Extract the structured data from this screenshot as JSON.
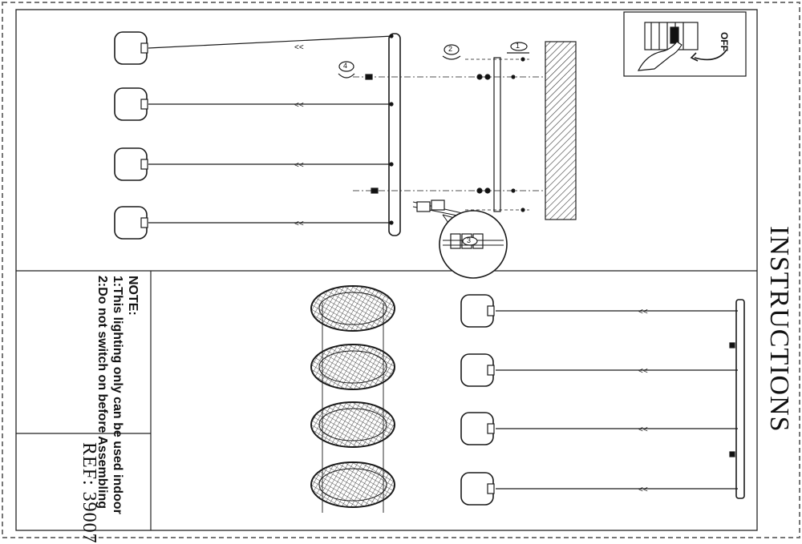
{
  "title": "INSTRUCTIONS",
  "switch_label": "OFF",
  "note": {
    "heading": "NOTE:",
    "lines": [
      "1:This lighting only can be used indoor",
      "2:Do not  switch on before Assembling"
    ]
  },
  "ref": "REF:  39007",
  "steps": [
    "1",
    "2",
    "3",
    "4"
  ],
  "colors": {
    "line": "#1a1a1a",
    "background": "#ffffff",
    "wall_hatch": "#333333"
  }
}
